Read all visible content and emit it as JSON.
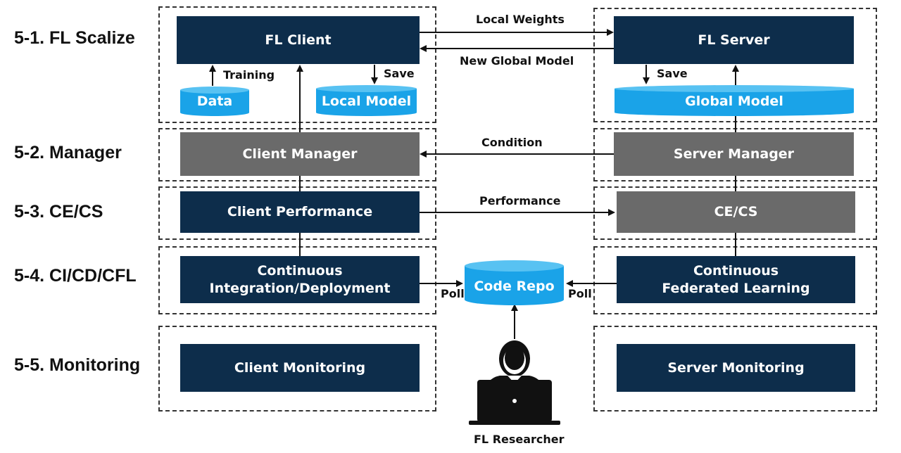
{
  "rows": [
    {
      "label": "5-1. FL Scalize"
    },
    {
      "label": "5-2. Manager"
    },
    {
      "label": "5-3. CE/CS"
    },
    {
      "label": "5-4. CI/CD/CFL"
    },
    {
      "label": "5-5. Monitoring"
    }
  ],
  "nodes": {
    "fl_client": "FL Client",
    "fl_server": "FL Server",
    "data": "Data",
    "local_model": "Local Model",
    "global_model": "Global Model",
    "client_manager": "Client Manager",
    "server_manager": "Server Manager",
    "client_performance": "Client Performance",
    "ce_cs": "CE/CS",
    "ci_cd": "Continuous\nIntegration/Deployment",
    "cfl": "Continuous\nFederated Learning",
    "code_repo": "Code Repo",
    "client_monitoring": "Client Monitoring",
    "server_monitoring": "Server Monitoring",
    "researcher": "FL Researcher"
  },
  "edges": {
    "local_weights": "Local Weights",
    "new_global_model": "New Global Model",
    "training": "Training",
    "save_client": "Save",
    "save_server": "Save",
    "condition": "Condition",
    "performance": "Performance",
    "poll_left": "Poll",
    "poll_right": "Poll"
  },
  "colors": {
    "navy": "#0d2d4b",
    "gray": "#6a6a6a",
    "cylinder": "#1aa3e8",
    "cylinder_top": "#58c2f2"
  }
}
